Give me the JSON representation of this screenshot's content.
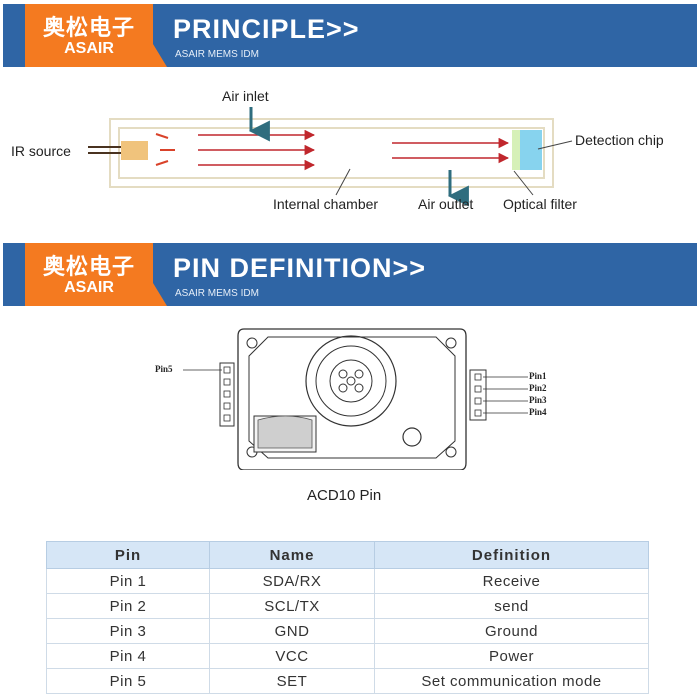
{
  "principle_banner": {
    "brand_cn": "奥松电子",
    "brand_en": "ASAIR",
    "title": "PRINCIPLE>>",
    "subtitle": "ASAIR MEMS IDM"
  },
  "principle_diagram": {
    "ir_source": "IR source",
    "air_inlet": "Air inlet",
    "detection_chip": "Detection chip",
    "internal_chamber": "Internal chamber",
    "air_outlet": "Air outlet",
    "optical_filter": "Optical filter"
  },
  "pin_banner": {
    "brand_cn": "奥松电子",
    "brand_en": "ASAIR",
    "title": "PIN DEFINITION>>",
    "subtitle": "ASAIR MEMS IDM"
  },
  "pin_diagram": {
    "pin5": "Pin5",
    "pin1": "Pin1",
    "pin2": "Pin2",
    "pin3": "Pin3",
    "pin4": "Pin4",
    "caption": "ACD10 Pin"
  },
  "pin_table": {
    "headers": [
      "Pin",
      "Name",
      "Definition"
    ],
    "rows": [
      [
        "Pin 1",
        "SDA/RX",
        "Receive"
      ],
      [
        "Pin 2",
        "SCL/TX",
        "send"
      ],
      [
        "Pin 3",
        "GND",
        "Ground"
      ],
      [
        "Pin 4",
        "VCC",
        "Power"
      ],
      [
        "Pin 5",
        "SET",
        "Set communication mode"
      ]
    ]
  },
  "colors": {
    "banner_blue": "#2f65a5",
    "brand_orange": "#f47a20",
    "arrow_red": "#c0272d",
    "airflow_teal": "#2f6d7e",
    "table_header": "#d6e6f6"
  }
}
